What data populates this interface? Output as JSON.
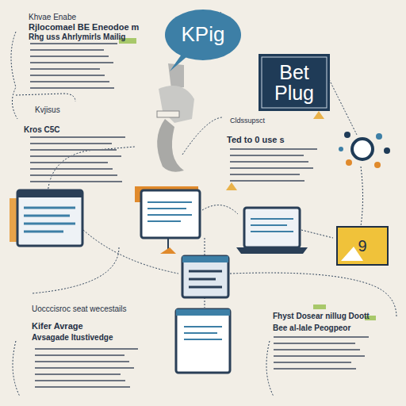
{
  "diagram": {
    "nodes": [
      {
        "text": [
          "KPig"
        ]
      },
      {
        "text": [
          "Bet Plug"
        ]
      },
      {
        "text": [
          "9"
        ]
      }
    ],
    "labels": [
      "Khvae Enabe",
      "Rjlocomael BE Eneodoe m",
      "Rhg uss Ahrlymirls Mailig",
      "Kvjisus",
      "Kros C5C",
      "Cldssupsct",
      "Ted to 0 use s",
      "Uocccisroc seat wecestails",
      "Kifer Avrage",
      "Avsagade ltustivedge",
      "Fhyst Dosear nillug Doott",
      "Bee al-lale Peogpeor"
    ]
  }
}
